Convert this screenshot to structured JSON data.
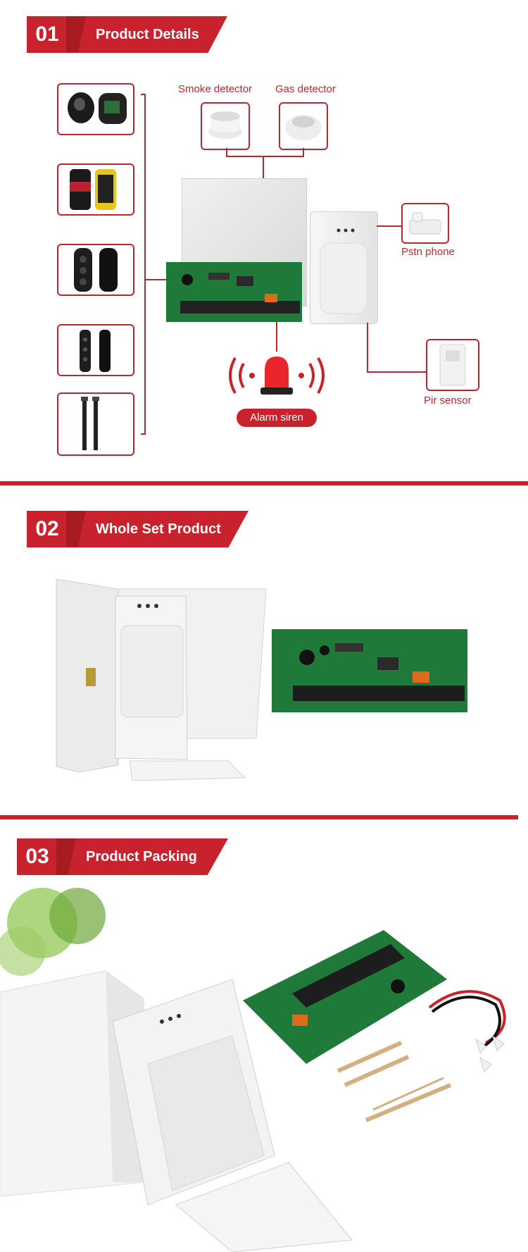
{
  "sections": [
    {
      "number": "01",
      "title": "Product Details"
    },
    {
      "number": "02",
      "title": "Whole Set Product"
    },
    {
      "number": "03",
      "title": "Product Packing"
    }
  ],
  "details": {
    "smoke_label": "Smoke detector",
    "gas_label": "Gas detector",
    "pstn_label": "Pstn phone",
    "pir_label": "Pir sensor",
    "siren_label": "Alarm siren"
  },
  "colors": {
    "accent": "#c8232c",
    "pcb": "#1f7a3a",
    "line": "#b52a2e"
  }
}
